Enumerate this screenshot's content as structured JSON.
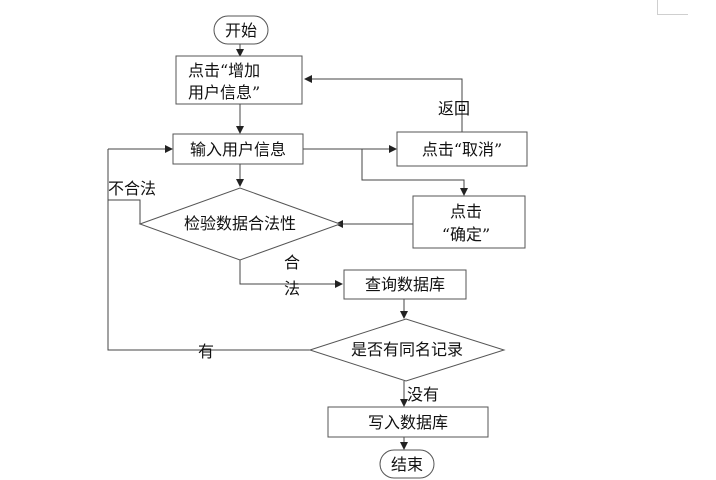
{
  "nodes": {
    "start": "开始",
    "add_user_line1": "点击“增加",
    "add_user_line2": "用户信息”",
    "input_user": "输入用户信息",
    "cancel": "点击“取消”",
    "confirm_line1": "点击",
    "confirm_line2": "“确定”",
    "validate": "检验数据合法性",
    "query_db": "查询数据库",
    "same_name": "是否有同名记录",
    "write_db": "写入数据库",
    "end": "结束"
  },
  "edges": {
    "back": "返回",
    "invalid": "不合法",
    "valid_1": "合",
    "valid_2": "法",
    "exists": "有",
    "not_exists": "没有"
  }
}
